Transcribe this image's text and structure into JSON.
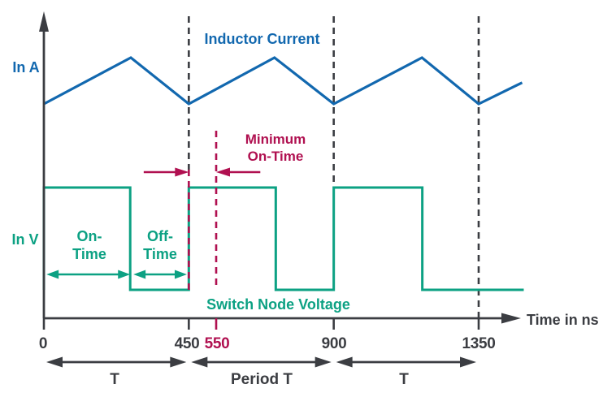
{
  "figure": {
    "colors": {
      "axis": "#3b3d42",
      "current": "#1268af",
      "voltage": "#0ca183",
      "annotation": "#b01050"
    },
    "labels": {
      "inductor_current": "Inductor Current",
      "current_unit": "In A",
      "voltage_unit": "In V",
      "on_time": "On-\nTime",
      "off_time": "Off-\nTime",
      "minimum_on_time": "Minimum\nOn-Time",
      "switch_node_voltage": "Switch Node Voltage",
      "x_axis": "Time in ns"
    }
  },
  "chart_data": {
    "type": "line",
    "x_axis": {
      "label": "Time in ns",
      "unit": "ns",
      "range_ns": [
        0,
        1490
      ],
      "ticks": [
        {
          "value": 0,
          "label": "0",
          "color": "axis"
        },
        {
          "value": 450,
          "label": "450",
          "color": "axis"
        },
        {
          "value": 550,
          "label": "550",
          "color": "annotation"
        },
        {
          "value": 900,
          "label": "900",
          "color": "axis"
        },
        {
          "value": 1350,
          "label": "1350",
          "color": "axis"
        }
      ]
    },
    "y_axis": {
      "upper_label": "In A",
      "lower_label": "In V"
    },
    "series": [
      {
        "name": "Inductor Current",
        "unit": "A",
        "color": "current",
        "shape": "triangle-wave",
        "points_ns_level": [
          [
            0,
            0
          ],
          [
            270,
            1
          ],
          [
            450,
            0
          ],
          [
            716,
            1
          ],
          [
            900,
            0
          ],
          [
            1174,
            1
          ],
          [
            1350,
            0
          ],
          [
            1485,
            0.46
          ]
        ]
      },
      {
        "name": "Switch Node Voltage",
        "unit": "V",
        "color": "voltage",
        "shape": "square-wave",
        "segments": [
          {
            "t": 0,
            "level": 1
          },
          {
            "t": 268,
            "level": 0
          },
          {
            "t": 450,
            "level": 1
          },
          {
            "t": 720,
            "level": 0
          },
          {
            "t": 900,
            "level": 1
          },
          {
            "t": 1175,
            "level": 0
          }
        ],
        "end_ns": 1490
      }
    ],
    "dashed_markers": [
      {
        "t": 450,
        "color": "axis",
        "region": "top"
      },
      {
        "t": 450,
        "color": "annotation",
        "region": "mid"
      },
      {
        "t": 550,
        "color": "annotation",
        "region": "upper"
      },
      {
        "t": 900,
        "color": "axis",
        "region": "tall"
      },
      {
        "t": 1350,
        "color": "axis",
        "region": "full"
      }
    ],
    "annotations": {
      "time_arrows": [
        {
          "from": 8,
          "to": 268,
          "label": "On-\nTime"
        },
        {
          "from": 278,
          "to": 444,
          "label": "Off-\nTime"
        }
      ],
      "min_on_time_arrows": [
        {
          "tip": 450,
          "tail": 310
        },
        {
          "tip": 550,
          "tail": 672
        }
      ],
      "period_arrows": [
        {
          "from": 0,
          "to": 450,
          "label": "T"
        },
        {
          "from": 450,
          "to": 900,
          "label": "Period T"
        },
        {
          "from": 900,
          "to": 1350,
          "label": "T"
        }
      ]
    }
  }
}
